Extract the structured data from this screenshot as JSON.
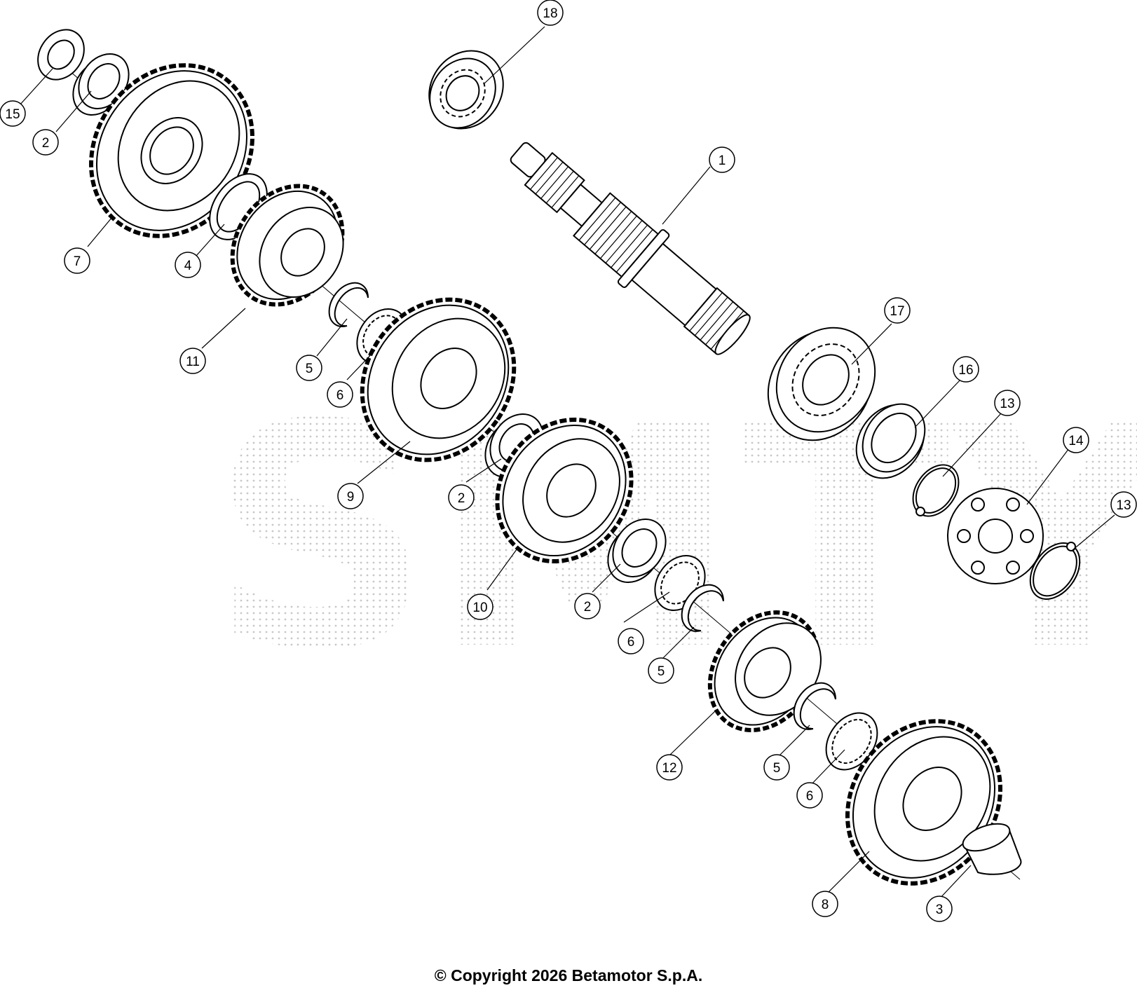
{
  "copyright": "© Copyright 2026 Betamotor S.p.A.",
  "watermark_text": "SMTY",
  "colors": {
    "line": "#000000",
    "watermark": "#c8c8c8",
    "background": "#ffffff"
  },
  "callouts": [
    {
      "id": "c18",
      "label": "18"
    },
    {
      "id": "c1",
      "label": "1"
    },
    {
      "id": "c15",
      "label": "15"
    },
    {
      "id": "c2a",
      "label": "2"
    },
    {
      "id": "c7",
      "label": "7"
    },
    {
      "id": "c4",
      "label": "4"
    },
    {
      "id": "c11",
      "label": "11"
    },
    {
      "id": "c5a",
      "label": "5"
    },
    {
      "id": "c6a",
      "label": "6"
    },
    {
      "id": "c9",
      "label": "9"
    },
    {
      "id": "c2b",
      "label": "2"
    },
    {
      "id": "c10",
      "label": "10"
    },
    {
      "id": "c2c",
      "label": "2"
    },
    {
      "id": "c6b",
      "label": "6"
    },
    {
      "id": "c5b",
      "label": "5"
    },
    {
      "id": "c17",
      "label": "17"
    },
    {
      "id": "c16",
      "label": "16"
    },
    {
      "id": "c13a",
      "label": "13"
    },
    {
      "id": "c14",
      "label": "14"
    },
    {
      "id": "c13b",
      "label": "13"
    },
    {
      "id": "c12",
      "label": "12"
    },
    {
      "id": "c5c",
      "label": "5"
    },
    {
      "id": "c6c",
      "label": "6"
    },
    {
      "id": "c8",
      "label": "8"
    },
    {
      "id": "c3",
      "label": "3"
    }
  ]
}
